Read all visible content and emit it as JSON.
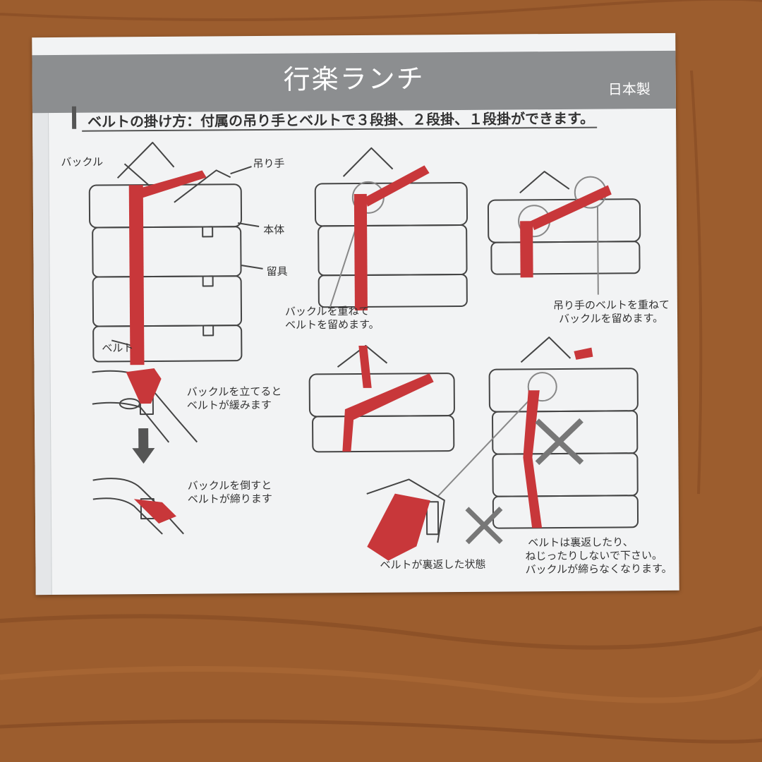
{
  "header": {
    "title": "行楽ランチ",
    "made_in": "日本製"
  },
  "subtitle": "ベルトの掛け方：付属の吊り手とベルトで３段掛、２段掛、１段掛ができます。",
  "labels": {
    "buckle": "バックル",
    "handle": "吊り手",
    "body": "本体",
    "clasp": "留具",
    "belt": "ベルト",
    "overlap_buckle_1": "バックルを重ねて",
    "overlap_buckle_2": "ベルトを留めます。",
    "overlap_handle_1": "吊り手のベルトを重ねて",
    "overlap_handle_2": "バックルを留めます。",
    "stand_1": "バックルを立てると",
    "stand_2": "ベルトが緩みます",
    "down_1": "バックルを倒すと",
    "down_2": "ベルトが締ります",
    "reversed": "ベルトが裏返した状態",
    "warn_1": "ベルトは裏返したり、",
    "warn_2": "ねじったりしないで下さい。",
    "warn_3": "バックルが締らなくなります。"
  },
  "colors": {
    "belt": "#c8373a",
    "line": "#444444",
    "header": "#8c8e90",
    "card": "#f2f3f4",
    "wood": "#9a5a2c"
  }
}
